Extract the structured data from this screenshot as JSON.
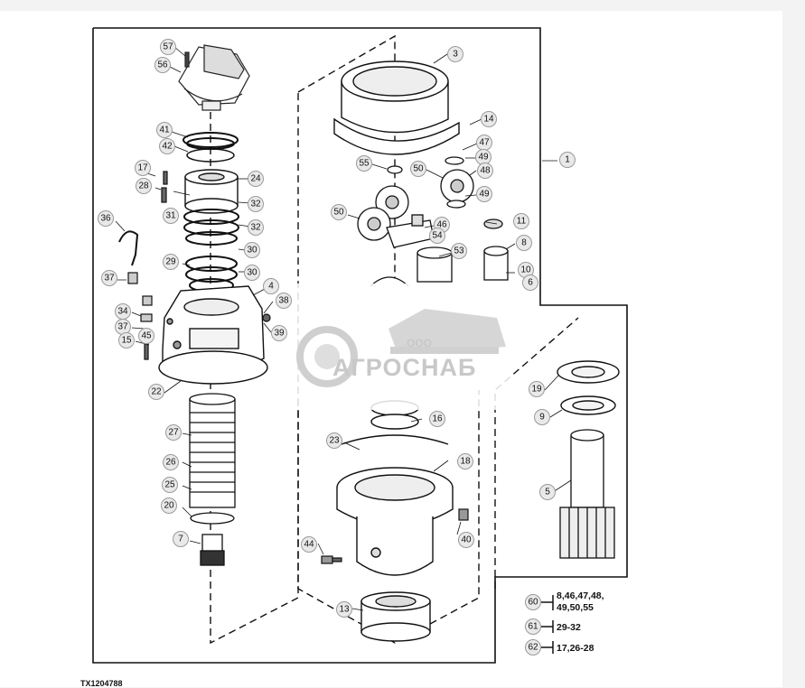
{
  "callouts": {
    "c1": "1",
    "c3": "3",
    "c4": "4",
    "c5": "5",
    "c6": "6",
    "c7": "7",
    "c8": "8",
    "c9": "9",
    "c10": "10",
    "c11": "11",
    "c13": "13",
    "c14": "14",
    "c15": "15",
    "c16": "16",
    "c17": "17",
    "c18": "18",
    "c19": "19",
    "c20": "20",
    "c22": "22",
    "c23": "23",
    "c24": "24",
    "c25": "25",
    "c26": "26",
    "c27": "27",
    "c28": "28",
    "c29": "29",
    "c30a": "30",
    "c30b": "30",
    "c31": "31",
    "c32a": "32",
    "c32b": "32",
    "c34": "34",
    "c36": "36",
    "c37a": "37",
    "c37b": "37",
    "c38": "38",
    "c39": "39",
    "c40": "40",
    "c41": "41",
    "c42": "42",
    "c44": "44",
    "c45": "45",
    "c46": "46",
    "c47": "47",
    "c48": "48",
    "c49a": "49",
    "c49b": "49",
    "c50a": "50",
    "c50b": "50",
    "c53": "53",
    "c54": "54",
    "c55": "55",
    "c56": "56",
    "c57": "57"
  },
  "legend": [
    {
      "num": "60",
      "parts_line1": "8,46,47,48,",
      "parts_line2": "49,50,55"
    },
    {
      "num": "61",
      "parts_line1": "29-32"
    },
    {
      "num": "62",
      "parts_line1": "17,26-28"
    }
  ],
  "figure_id": "TX1204788",
  "watermark": {
    "company_prefix": "ООО",
    "brand": "АГРОСНАБ"
  }
}
